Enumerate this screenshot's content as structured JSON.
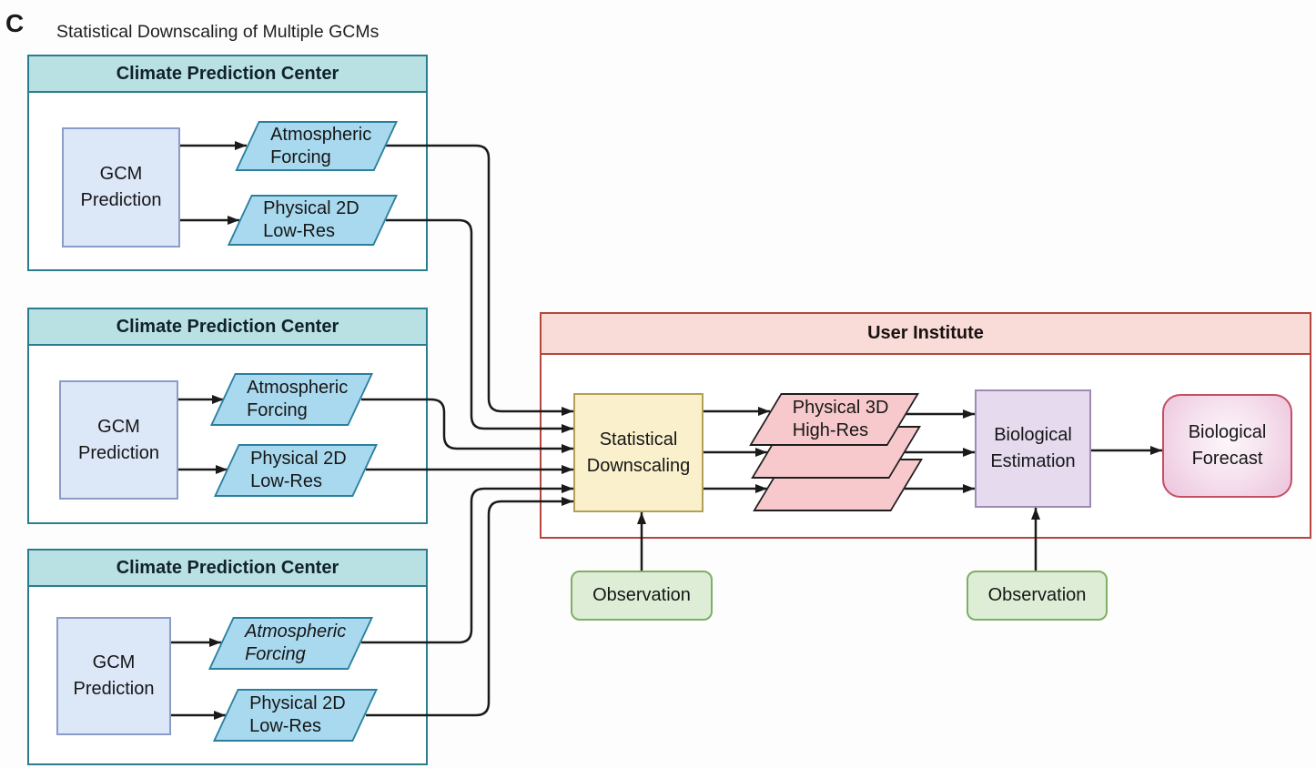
{
  "panel_label": "C",
  "title": "Statistical Downscaling of Multiple GCMs",
  "climate_centers": [
    {
      "header": "Climate Prediction Center",
      "gcm_prediction": "GCM\nPrediction",
      "atmospheric_forcing": "Atmospheric\nForcing",
      "physical_2d": "Physical 2D\nLow-Res"
    },
    {
      "header": "Climate Prediction Center",
      "gcm_prediction": "GCM\nPrediction",
      "atmospheric_forcing": "Atmospheric\nForcing",
      "physical_2d": "Physical 2D\nLow-Res"
    },
    {
      "header": "Climate Prediction Center",
      "gcm_prediction": "GCM\nPrediction",
      "atmospheric_forcing": "Atmospheric\nForcing",
      "physical_2d": "Physical 2D\nLow-Res"
    }
  ],
  "user_institute": {
    "header": "User Institute",
    "statistical_downscaling": "Statistical\nDownscaling",
    "physical_3d": "Physical 3D\nHigh-Res",
    "biological_estimation": "Biological\nEstimation",
    "biological_forecast": "Biological\nForecast"
  },
  "observation_left": "Observation",
  "observation_right": "Observation",
  "colors": {
    "cpc_header_fill": "#b9e0e3",
    "cpc_border": "#2a7d8c",
    "ui_header_fill": "#f9dbd8",
    "ui_border": "#b5463e",
    "gcm_fill": "#dce7f8",
    "gcm_border": "#8b9cc9",
    "blue_parallelogram_fill": "#a9d9ef",
    "blue_parallelogram_border": "#2b7f9e",
    "sd_fill": "#faf1cc",
    "sd_border": "#b3a054",
    "pink_parallelogram_fill": "#f7c9cc",
    "pink_parallelogram_border": "#1d1d1d",
    "be_fill": "#e5daee",
    "be_border": "#9d8bb5",
    "bf_fill_edge": "#ecc3db",
    "bf_border": "#c44f63",
    "obs_fill": "#deeed6",
    "obs_border": "#7fae66",
    "wire": "#1a1a1a"
  }
}
